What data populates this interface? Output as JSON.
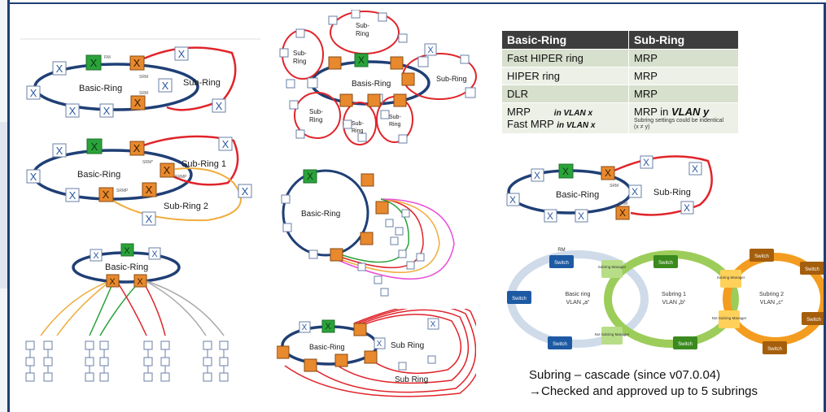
{
  "colors": {
    "basic_ring": "#1f3f75",
    "sub_ring": "#e0242a",
    "sub_ring_2": "#f0ac3c",
    "green_switch": "#2aa33a",
    "orange_switch": "#e8892e",
    "frame": "#1f3f75"
  },
  "labels": {
    "basic_ring": "Basic-Ring",
    "basis_ring": "Basis-Ring",
    "sub_ring": "Sub-Ring",
    "sub_ring_1": "Sub-Ring 1",
    "sub_ring_2": "Sub-Ring 2",
    "sub_ring_spaced": "Sub Ring",
    "sub_short": "Sub-",
    "ring_short": "Ring",
    "rm": "RM",
    "srm": "SRM",
    "srm_star": "SRM*",
    "srmp": "SRMP",
    "switch_glyph": "X"
  },
  "table": {
    "headers": [
      "Basic-Ring",
      "Sub-Ring"
    ],
    "rows": [
      {
        "basic": "Fast HIPER ring",
        "sub": "MRP"
      },
      {
        "basic": "HIPER ring",
        "sub": "MRP"
      },
      {
        "basic": "DLR",
        "sub": "MRP"
      }
    ],
    "last_row": {
      "basic_1": "MRP",
      "basic_1_vlan": "in VLAN x",
      "basic_2": "Fast MRP",
      "basic_2_vlan": "in VLAN x",
      "sub": "MRP in",
      "sub_vlan": "VLAN y",
      "note_1": "Subring settings could be indentical",
      "note_2": "(x ≠ y)"
    }
  },
  "cascade": {
    "switch": "Switch",
    "rm": "RM",
    "subring_manager": "Subring Manager",
    "not_subring_manager": "Not Subring Manager",
    "basic_ring_title": "Basic ring",
    "basic_ring_vlan": "VLAN „a“",
    "subring1_title": "Subring 1",
    "subring1_vlan": "VLAN „b“",
    "subring2_title": "Subring 2",
    "subring2_vlan": "VLAN „c“"
  },
  "caption": {
    "line1": "Subring – cascade (since v07.0.04)",
    "line2": "Checked and approved up to 5 subrings",
    "arrow": "→"
  }
}
